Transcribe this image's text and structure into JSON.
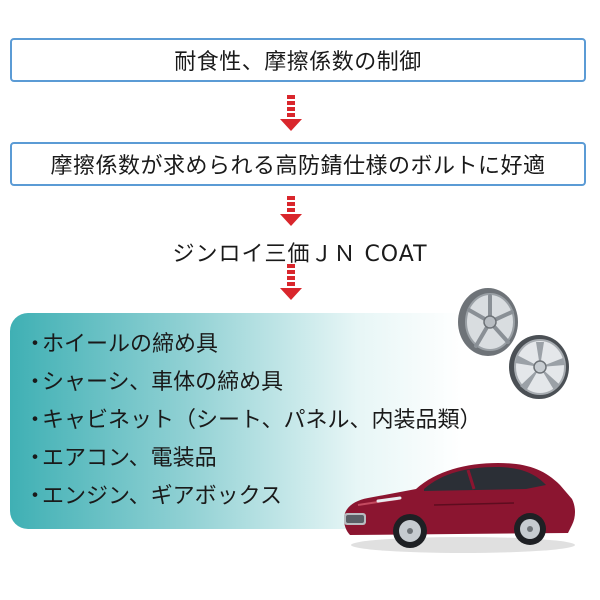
{
  "steps": {
    "top": "耐食性、摩擦係数の制御",
    "middle": "摩擦係数が求められる高防錆仕様のボルトに好適",
    "product": "ジンロイ三価ＪＮ COAT"
  },
  "usage": {
    "items": [
      "ホイールの締め具",
      "シャーシ、車体の締め具",
      "キャビネット（シート、パネル、内装品類）",
      "エアコン、電装品",
      "エンジン、ギアボックス"
    ]
  },
  "colors": {
    "box_border": "#5b9bd5",
    "arrow": "#d9262c",
    "panel_teal": "#3fb0b4",
    "car_body": "#8b1530"
  },
  "icons": [
    "down-arrow-icon",
    "wheel-icon",
    "car-icon"
  ]
}
